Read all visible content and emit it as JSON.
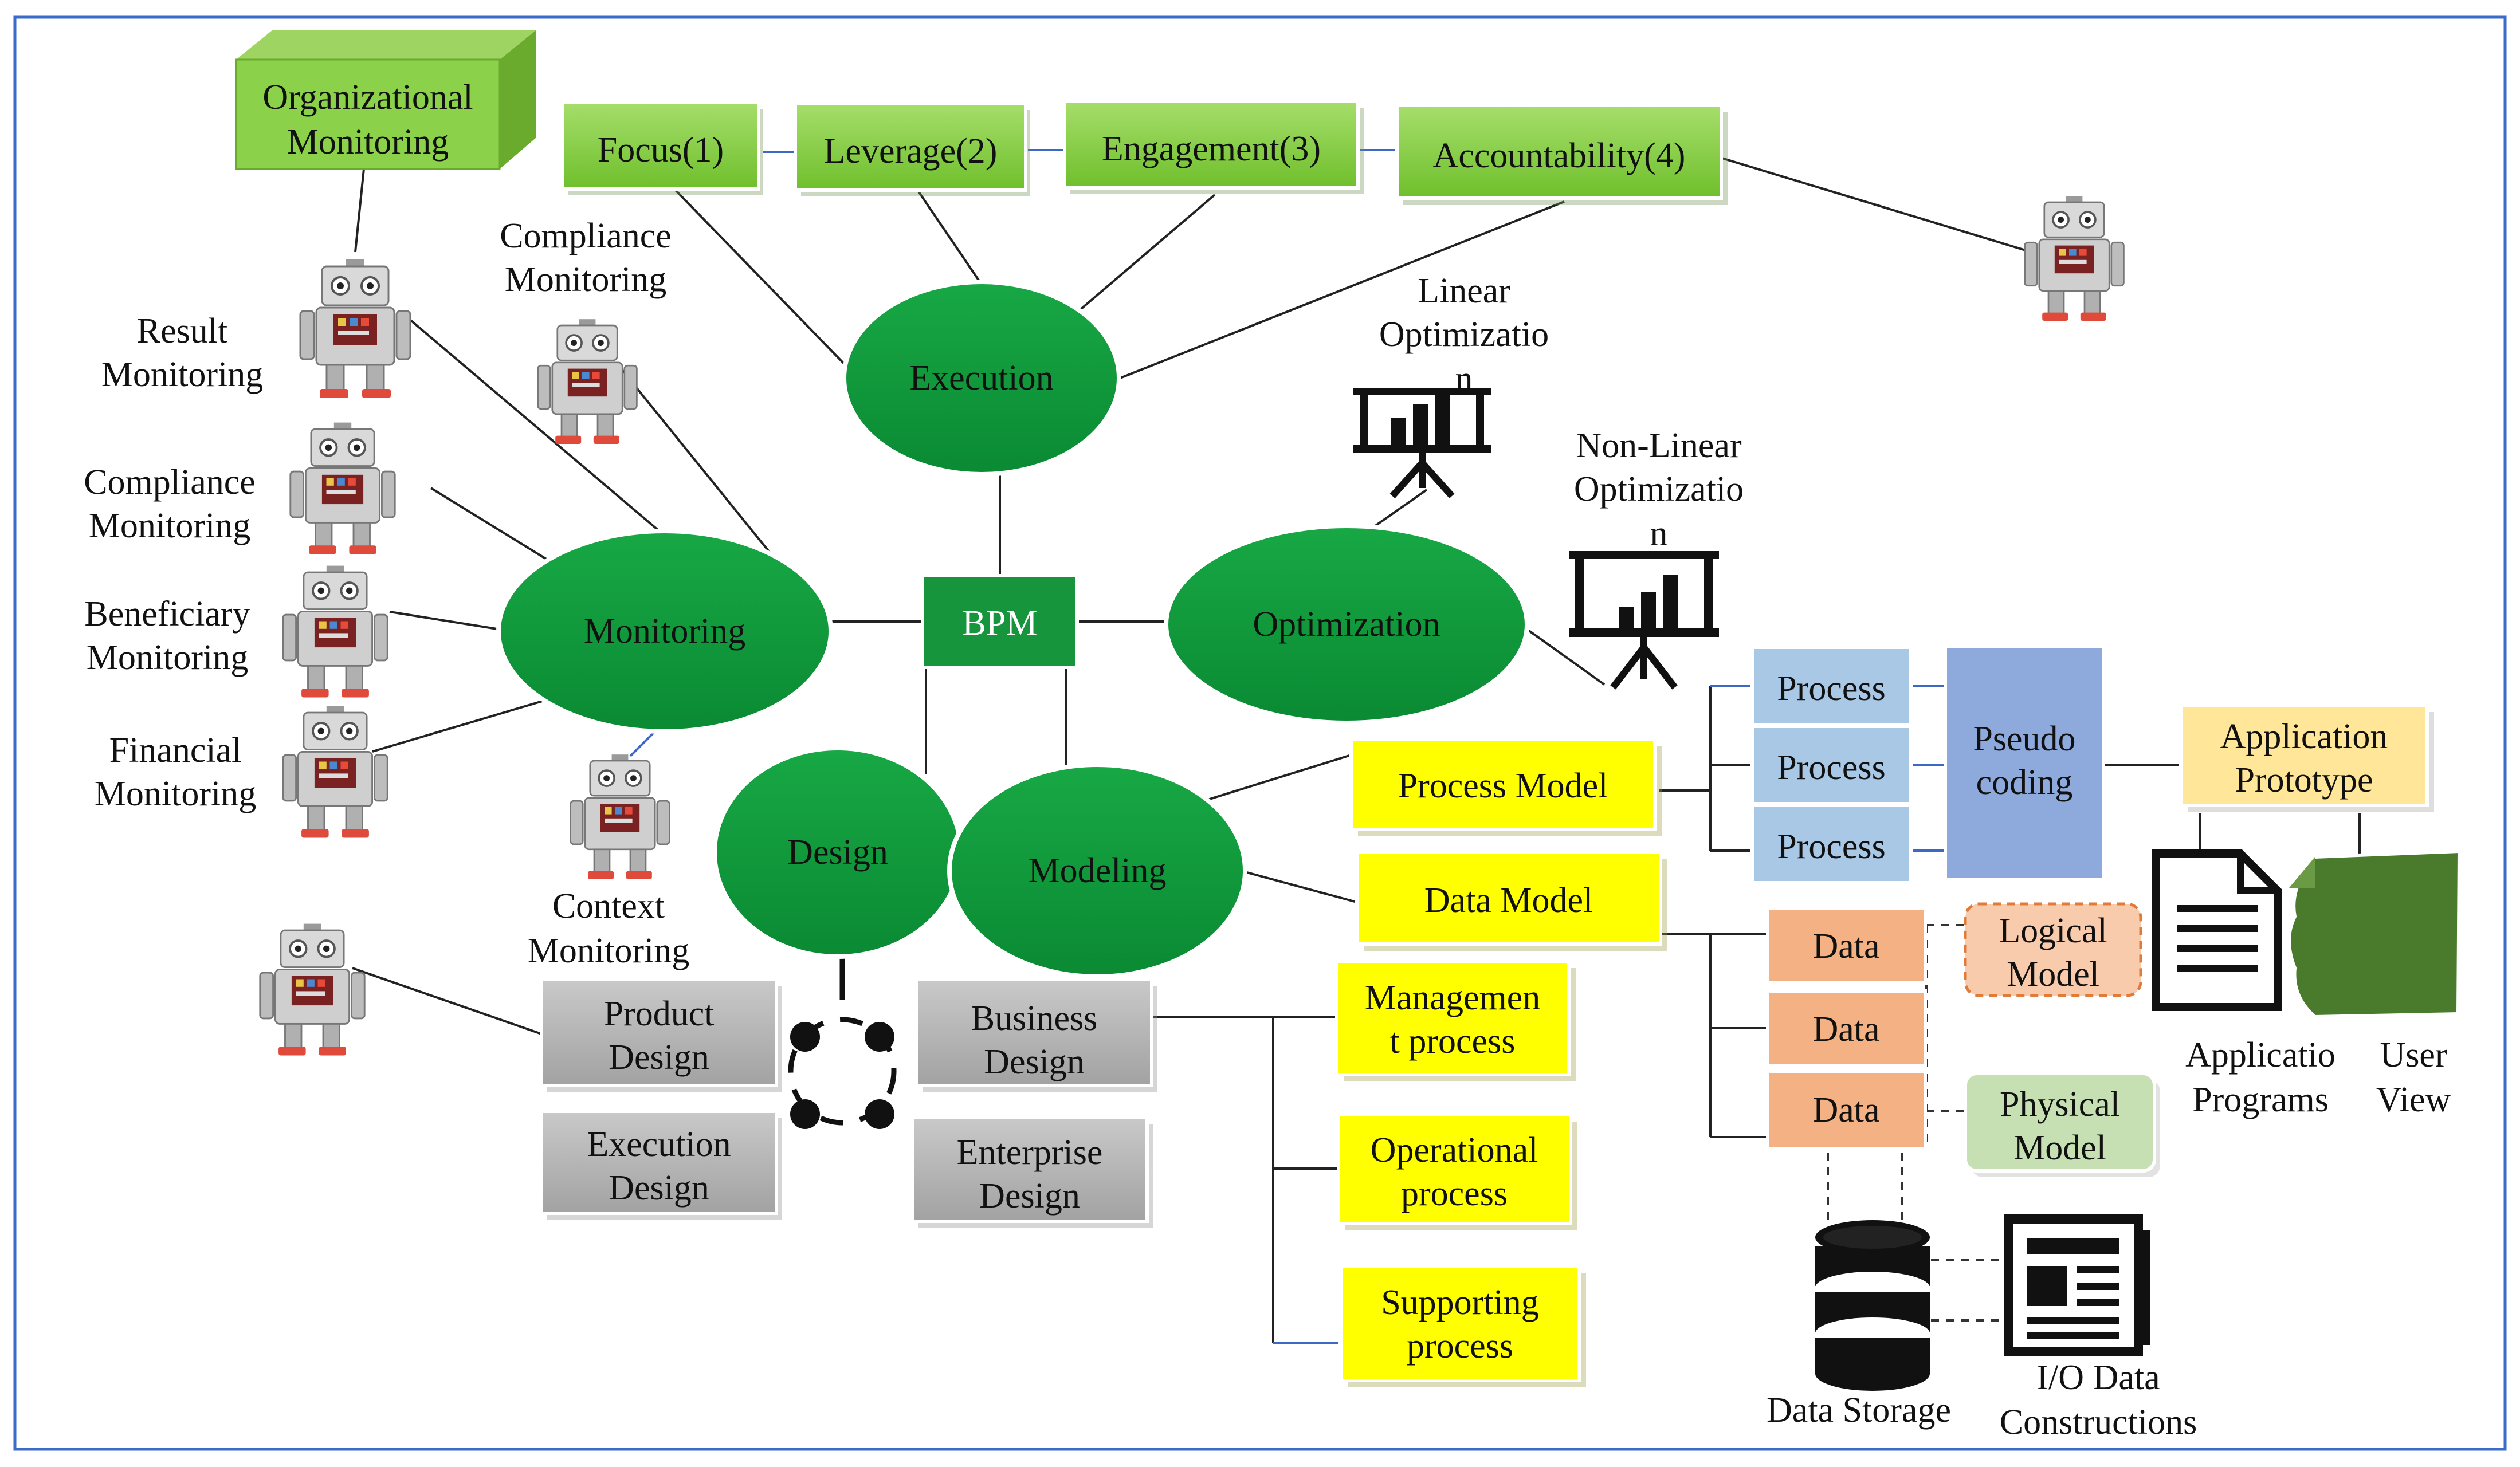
{
  "colors": {
    "green_box": "#8bd14a",
    "green_ellipse": "#0c9c3a",
    "bpm_box": "#17953c",
    "yellow_box": "#ffff00",
    "gray_box": "#b4b4b4",
    "blue_box": "#a9c8e6",
    "pseudo_box": "#8ea9db",
    "proto_box": "#ffe699",
    "data_box": "#f4b183",
    "logical_box": "#f8cbad",
    "physical_box": "#c6e0b4",
    "user_view": "#4a7a2c",
    "frame": "#3b6bc9",
    "blue_connector": "#3d69c5"
  },
  "organizational": {
    "line1": "Organizational",
    "line2": "Monitoring"
  },
  "top": {
    "focus": "Focus(1)",
    "leverage": "Leverage(2)",
    "engagement": "Engagement(3)",
    "accountability": "Accountability(4)"
  },
  "ellipses": {
    "execution": "Execution",
    "monitoring": "Monitoring",
    "optimization": "Optimization",
    "design": "Design",
    "modeling": "Modeling"
  },
  "bpm": "BPM",
  "monitor_labels": {
    "compliance_top": [
      "Compliance",
      "Monitoring"
    ],
    "result": [
      "Result",
      "Monitoring"
    ],
    "compliance": [
      "Compliance",
      "Monitoring"
    ],
    "beneficiary": [
      "Beneficiary",
      "Monitoring"
    ],
    "financial": [
      "Financial",
      "Monitoring"
    ],
    "context": [
      "Context",
      "Monitoring"
    ]
  },
  "optim_labels": {
    "linear": [
      "Linear",
      "Optimizatio",
      "n"
    ],
    "nonlinear": [
      "Non-Linear",
      "Optimizatio",
      "n"
    ]
  },
  "design_boxes": {
    "product": [
      "Product",
      "Design"
    ],
    "execution": [
      "Execution",
      "Design"
    ],
    "business": [
      "Business",
      "Design"
    ],
    "enterprise": [
      "Enterprise",
      "Design"
    ]
  },
  "process_model": "Process Model",
  "data_model": "Data Model",
  "yellow_processes": {
    "management": [
      "Managemen",
      "t process"
    ],
    "operational": [
      "Operational",
      "process"
    ],
    "supporting": [
      "Supporting",
      "process"
    ]
  },
  "process_items": [
    "Process",
    "Process",
    "Process"
  ],
  "pseudo": [
    "Pseudo",
    "coding"
  ],
  "prototype": [
    "Application",
    "Prototype"
  ],
  "data_items": [
    "Data",
    "Data",
    "Data"
  ],
  "logical": [
    "Logical",
    "Model"
  ],
  "physical": [
    "Physical",
    "Model"
  ],
  "app_programs": [
    "Applicatio",
    "Programs"
  ],
  "user_view": [
    "User",
    "View"
  ],
  "data_storage": "Data Storage",
  "io_data": [
    "I/O Data",
    "Constructions"
  ],
  "icons": [
    "robot-icon",
    "presentation-chart-icon",
    "database-icon",
    "document-icon",
    "newspaper-icon",
    "folded-sheet-icon",
    "circle-ring-icon"
  ]
}
